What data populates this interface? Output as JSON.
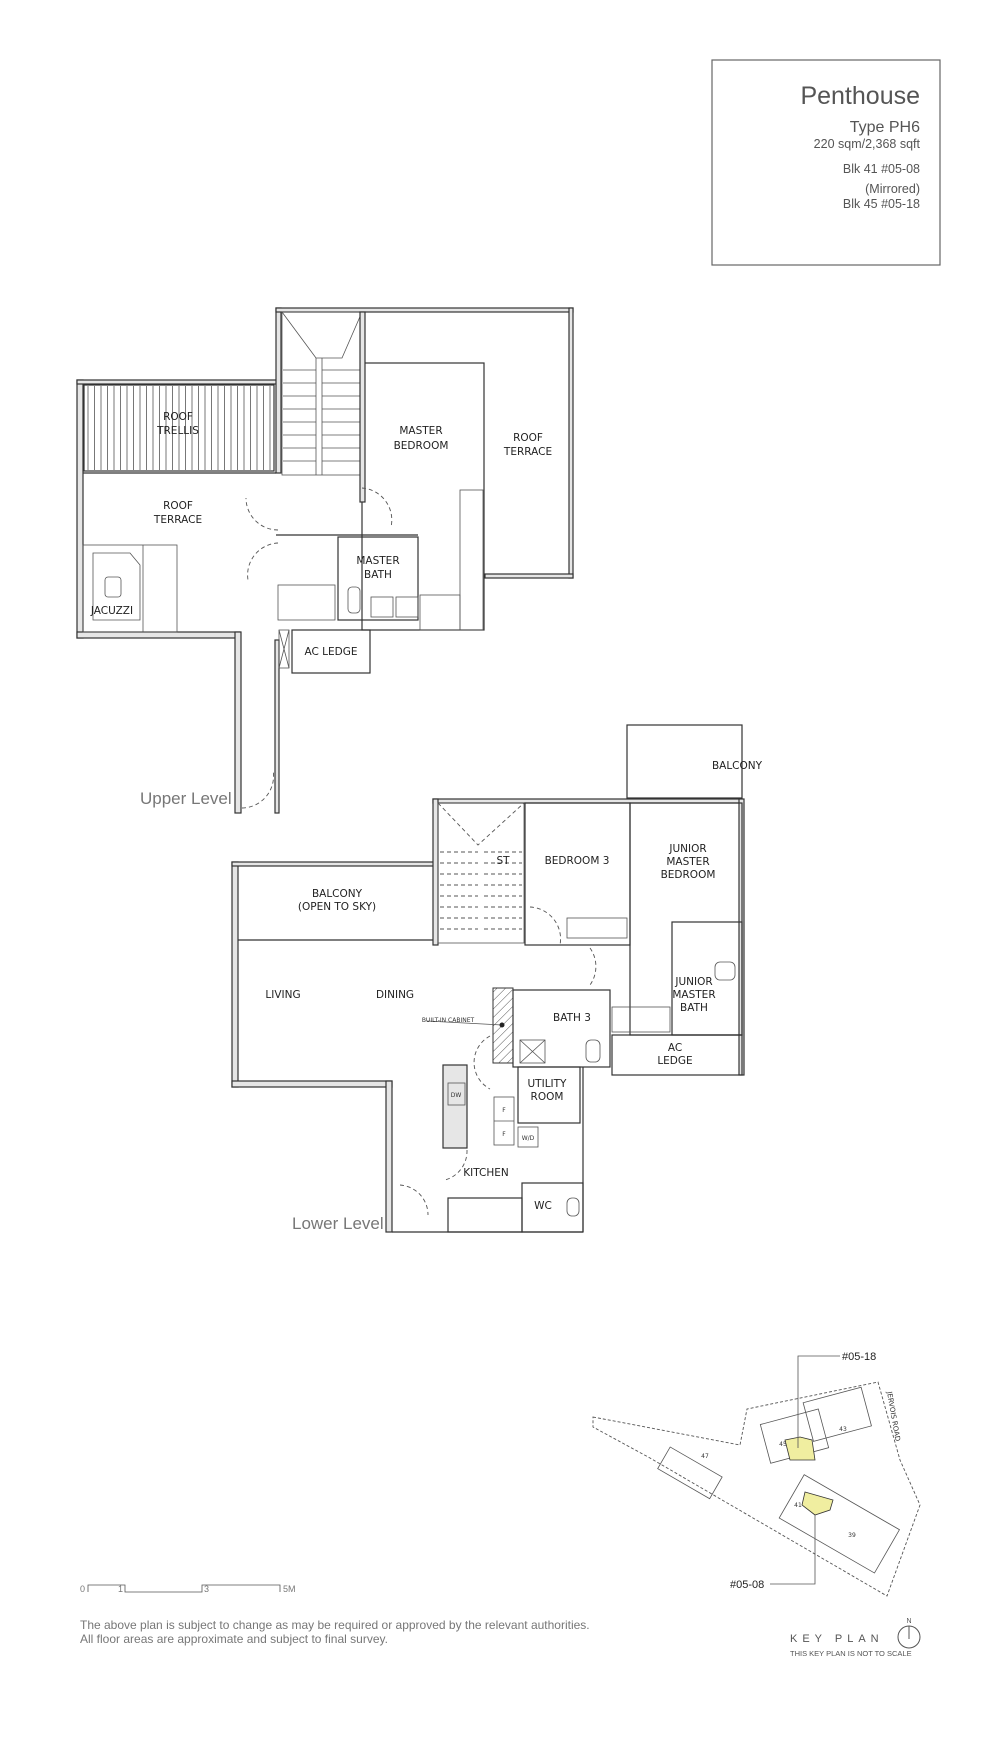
{
  "title_box": {
    "title": "Penthouse",
    "type": "Type PH6",
    "area": "220 sqm/2,368 sqft",
    "unit_1": "Blk 41 #05-08",
    "mirrored": "(Mirrored)",
    "unit_2": "Blk 45 #05-18"
  },
  "upper_level": {
    "label": "Upper Level",
    "rooms": {
      "roof_trellis": [
        "ROOF",
        "TRELLIS"
      ],
      "roof_terrace_left": [
        "ROOF",
        "TERRACE"
      ],
      "master_bedroom": [
        "MASTER",
        "BEDROOM"
      ],
      "roof_terrace_right": [
        "ROOF",
        "TERRACE"
      ],
      "master_bath": [
        "MASTER",
        "BATH"
      ],
      "jacuzzi": "JACUZZI",
      "ac_ledge": "AC LEDGE"
    }
  },
  "lower_level": {
    "label": "Lower Level",
    "rooms": {
      "balcony": "BALCONY",
      "balcony_open": [
        "BALCONY",
        "(OPEN TO SKY)"
      ],
      "store": "ST",
      "bedroom3": "BEDROOM 3",
      "junior_master_bedroom": [
        "JUNIOR",
        "MASTER",
        "BEDROOM"
      ],
      "living": "LIVING",
      "dining": "DINING",
      "built_in_cabinet": "BUILT-IN CABINET",
      "bath3": "BATH 3",
      "junior_master_bath": [
        "JUNIOR",
        "MASTER",
        "BATH"
      ],
      "ac_ledge": [
        "AC",
        "LEDGE"
      ],
      "utility_room": [
        "UTILITY",
        "ROOM"
      ],
      "kitchen": "KITCHEN",
      "wc": "WC",
      "dw": "DW",
      "fridge": "F",
      "wd": "W/D"
    }
  },
  "key_plan": {
    "unit_top": "#05-18",
    "unit_bottom": "#05-08",
    "road": "JERVOIS ROAD",
    "blocks": [
      "45",
      "43",
      "47",
      "41",
      "39"
    ],
    "title": "KEY PLAN",
    "note": "THIS KEY PLAN IS NOT TO SCALE",
    "north": "N",
    "highlight_color": "#f0eea0"
  },
  "scale_bar": {
    "ticks": [
      "0",
      "1",
      "3",
      "5M"
    ]
  },
  "disclaimer": [
    "The above plan is subject to change as may be required or approved by the relevant authorities.",
    "All floor areas are approximate and subject to final survey."
  ]
}
